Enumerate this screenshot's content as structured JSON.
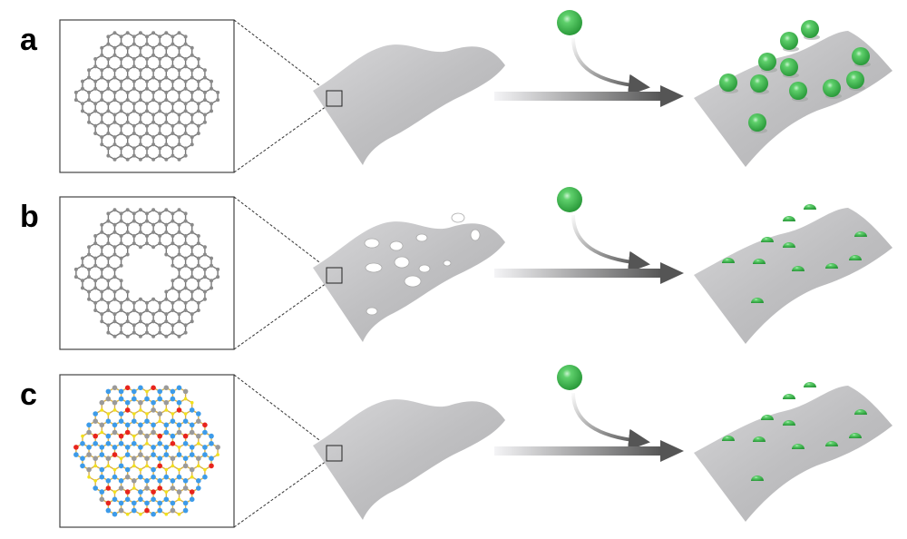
{
  "panels": [
    {
      "label": "a",
      "lattice": "graphene",
      "sheet": "pristine",
      "adsorbate": "spheres"
    },
    {
      "label": "b",
      "lattice": "porous-graphene",
      "sheet": "holey",
      "adsorbate": "droplets"
    },
    {
      "label": "c",
      "lattice": "doped-framework",
      "sheet": "pristine",
      "adsorbate": "droplets"
    }
  ],
  "colors": {
    "sheet": "#c4c4c6",
    "sphere": "#4cc25a",
    "carbon": "#8a8a8a",
    "nitrogen": "#3d9be9",
    "oxygen": "#e8241c",
    "hydrogen": "#f2e21a",
    "arrow": "#5a5a5a"
  }
}
